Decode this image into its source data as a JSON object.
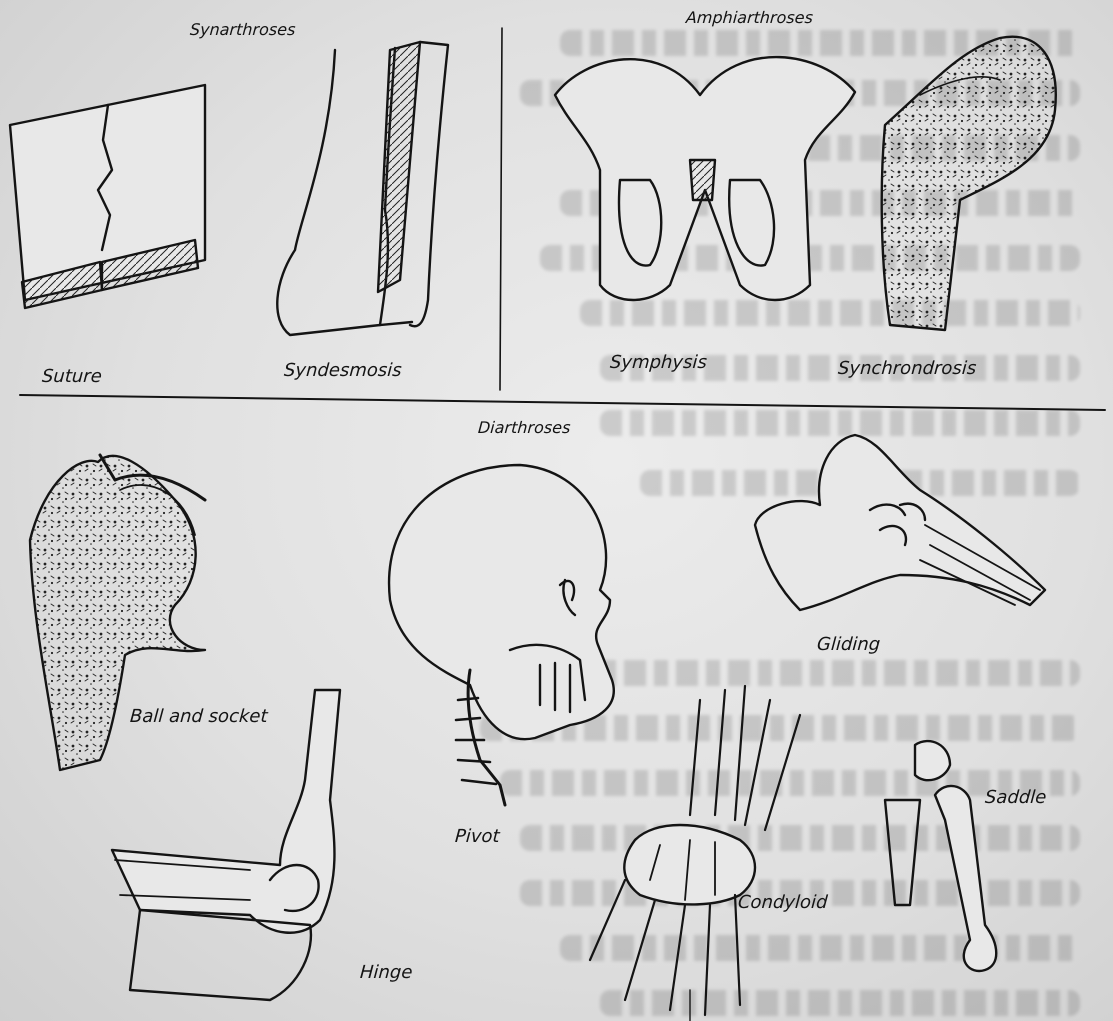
{
  "headings": {
    "synarthroses": "Synarthroses",
    "amphiarthroses": "Amphiarthroses",
    "diarthroses": "Diarthroses"
  },
  "labels": {
    "suture": "Suture",
    "syndesmosis": "Syndesmosis",
    "symphysis": "Symphysis",
    "synchrondrosis": "Synchrondrosis",
    "ball_and_socket": "Ball and socket",
    "pivot": "Pivot",
    "gliding": "Gliding",
    "saddle": "Saddle",
    "condyloid": "Condyloid",
    "hinge": "Hinge"
  },
  "colors": {
    "ink": "#141414",
    "paper": "#e6e6e6"
  }
}
